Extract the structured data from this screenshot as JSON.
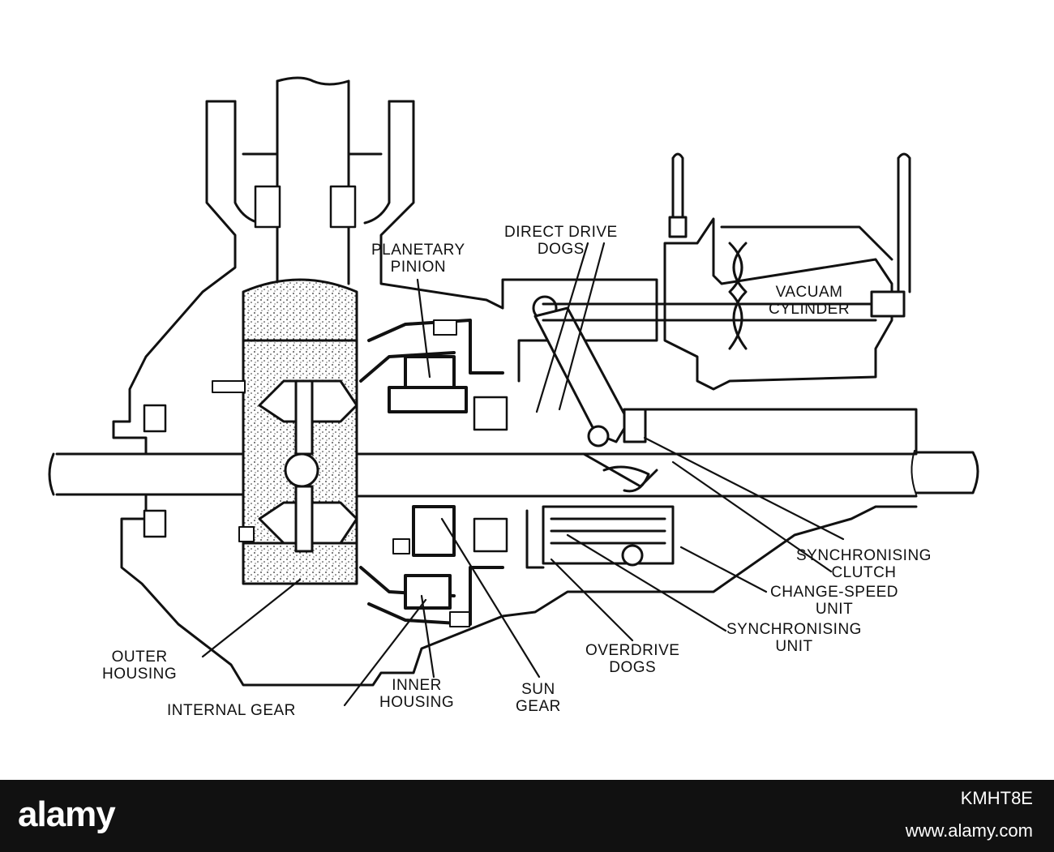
{
  "diagram": {
    "labels": {
      "planetary_pinion": [
        "PLANETARY",
        "PINION"
      ],
      "direct_drive_dogs": [
        "DIRECT DRIVE",
        "DOGS"
      ],
      "vacuum_cylinder": [
        "VACUAM",
        "CYLINDER"
      ],
      "synchronising_clutch": [
        "SYNCHRONISING",
        "CLUTCH"
      ],
      "change_speed_unit": [
        "CHANGE-SPEED",
        "UNIT"
      ],
      "synchronising_unit": [
        "SYNCHRONISING",
        "UNIT"
      ],
      "overdrive_dogs": [
        "OVERDRIVE",
        "DOGS"
      ],
      "sun_gear": [
        "SUN",
        "GEAR"
      ],
      "inner_housing": [
        "INNER",
        "HOUSING"
      ],
      "outer_housing": [
        "OUTER",
        "HOUSING"
      ],
      "internal_gear": [
        "INTERNAL GEAR"
      ]
    }
  },
  "footer": {
    "logo": "alamy",
    "image_code": "KMHT8E",
    "url": "www.alamy.com"
  },
  "colors": {
    "ink": "#111111",
    "paper": "#ffffff",
    "footer_bg": "#111111",
    "footer_text": "#ffffff"
  }
}
